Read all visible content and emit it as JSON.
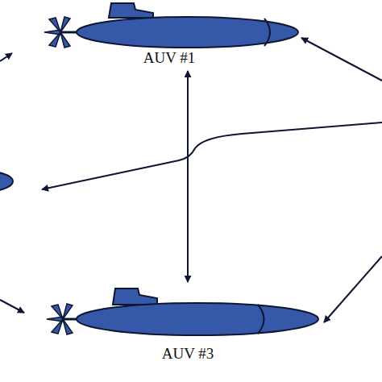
{
  "diagram": {
    "nodes": [
      {
        "text": [
          "AUV #1"
        ]
      },
      {
        "text": [
          "AUV #3"
        ]
      }
    ],
    "edges": [
      {
        "from": 0,
        "to": 1,
        "arrow": "both"
      }
    ]
  }
}
